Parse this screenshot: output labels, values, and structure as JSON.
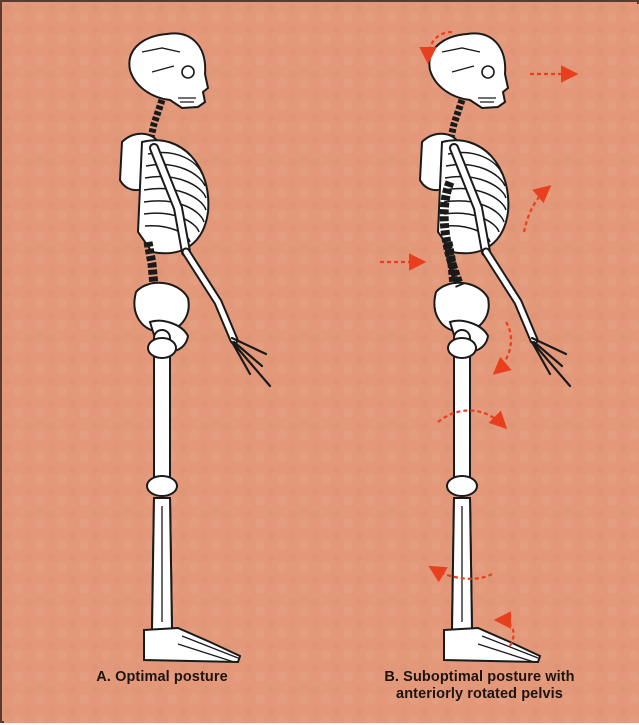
{
  "figure": {
    "background_color": "#e3987a",
    "arrow_color": "#e8401f",
    "captions": {
      "a": "A. Optimal posture",
      "b_line1": "B. Suboptimal posture with",
      "b_line2": "anteriorly rotated pelvis"
    },
    "panels": [
      {
        "id": "a",
        "figure": "skeleton-standing-side-view",
        "arrows": 0
      },
      {
        "id": "b",
        "figure": "skeleton-standing-side-view",
        "arrows": 8
      }
    ]
  }
}
